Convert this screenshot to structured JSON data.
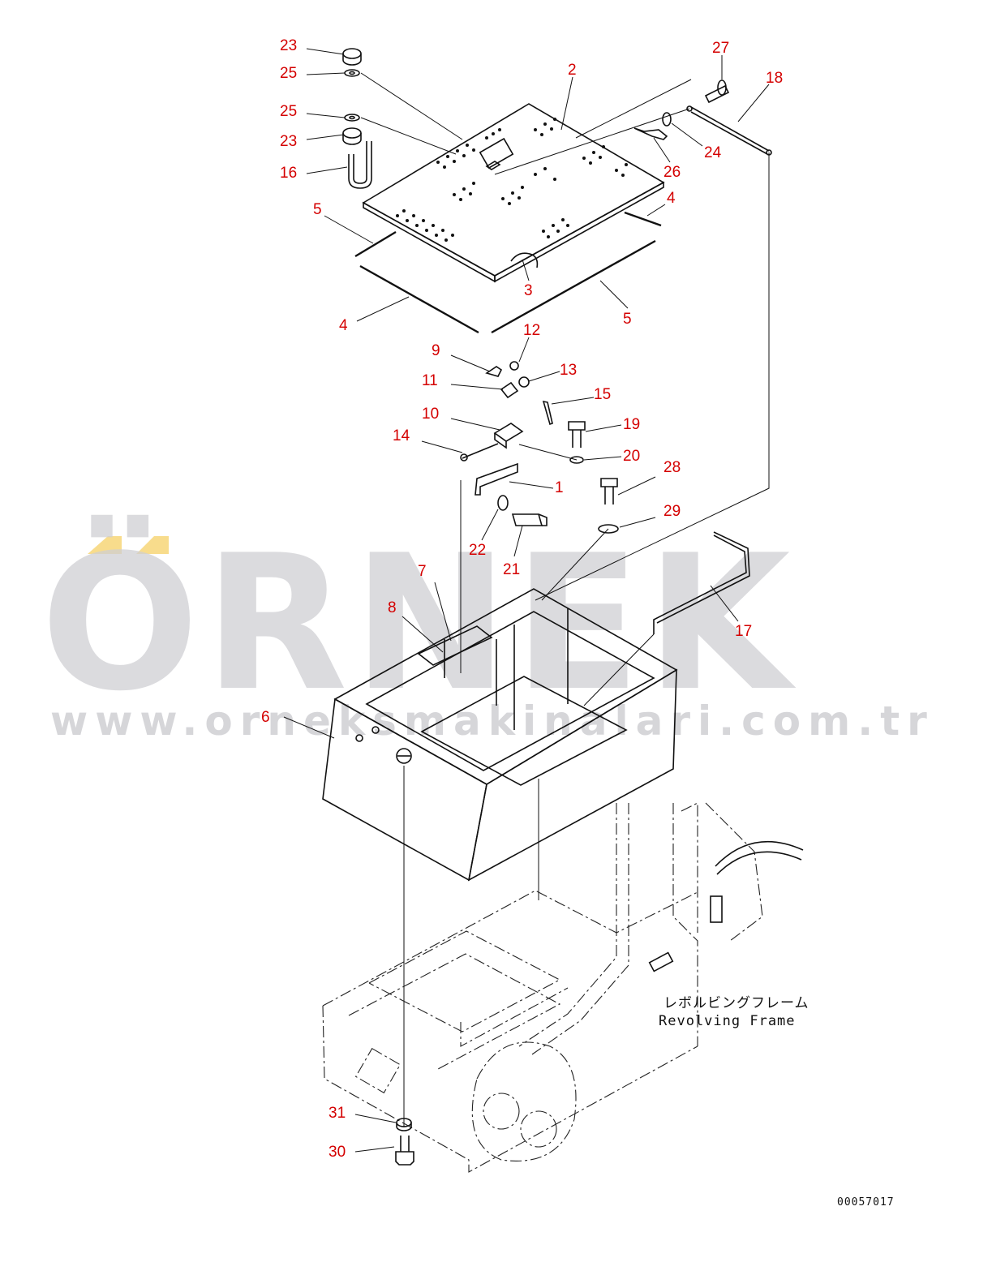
{
  "watermark": {
    "brand": "ÖRNEK",
    "url": "www.orneksmakinalari.com.tr",
    "accent_color": "#f8dc8c"
  },
  "callouts": [
    {
      "id": "c23a",
      "label": "23"
    },
    {
      "id": "c25a",
      "label": "25"
    },
    {
      "id": "c25b",
      "label": "25"
    },
    {
      "id": "c23b",
      "label": "23"
    },
    {
      "id": "c16",
      "label": "16"
    },
    {
      "id": "c2",
      "label": "2"
    },
    {
      "id": "c27",
      "label": "27"
    },
    {
      "id": "c18",
      "label": "18"
    },
    {
      "id": "c24",
      "label": "24"
    },
    {
      "id": "c26",
      "label": "26"
    },
    {
      "id": "c5a",
      "label": "5"
    },
    {
      "id": "c4a",
      "label": "4"
    },
    {
      "id": "c3",
      "label": "3"
    },
    {
      "id": "c4b",
      "label": "4"
    },
    {
      "id": "c5b",
      "label": "5"
    },
    {
      "id": "c12",
      "label": "12"
    },
    {
      "id": "c9",
      "label": "9"
    },
    {
      "id": "c13",
      "label": "13"
    },
    {
      "id": "c11",
      "label": "11"
    },
    {
      "id": "c15",
      "label": "15"
    },
    {
      "id": "c10",
      "label": "10"
    },
    {
      "id": "c19",
      "label": "19"
    },
    {
      "id": "c14",
      "label": "14"
    },
    {
      "id": "c20",
      "label": "20"
    },
    {
      "id": "c28",
      "label": "28"
    },
    {
      "id": "c1",
      "label": "1"
    },
    {
      "id": "c29",
      "label": "29"
    },
    {
      "id": "c22",
      "label": "22"
    },
    {
      "id": "c21",
      "label": "21"
    },
    {
      "id": "c7",
      "label": "7"
    },
    {
      "id": "c8",
      "label": "8"
    },
    {
      "id": "c17",
      "label": "17"
    },
    {
      "id": "c6",
      "label": "6"
    },
    {
      "id": "c31",
      "label": "31"
    },
    {
      "id": "c30",
      "label": "30"
    }
  ],
  "frame_label": {
    "japanese": "レボルビングフレーム",
    "english": "Revolving Frame"
  },
  "drawing_code": "00057017",
  "colors": {
    "callout": "#d40000",
    "line": "#111111",
    "watermark": "#cfcfd3"
  }
}
